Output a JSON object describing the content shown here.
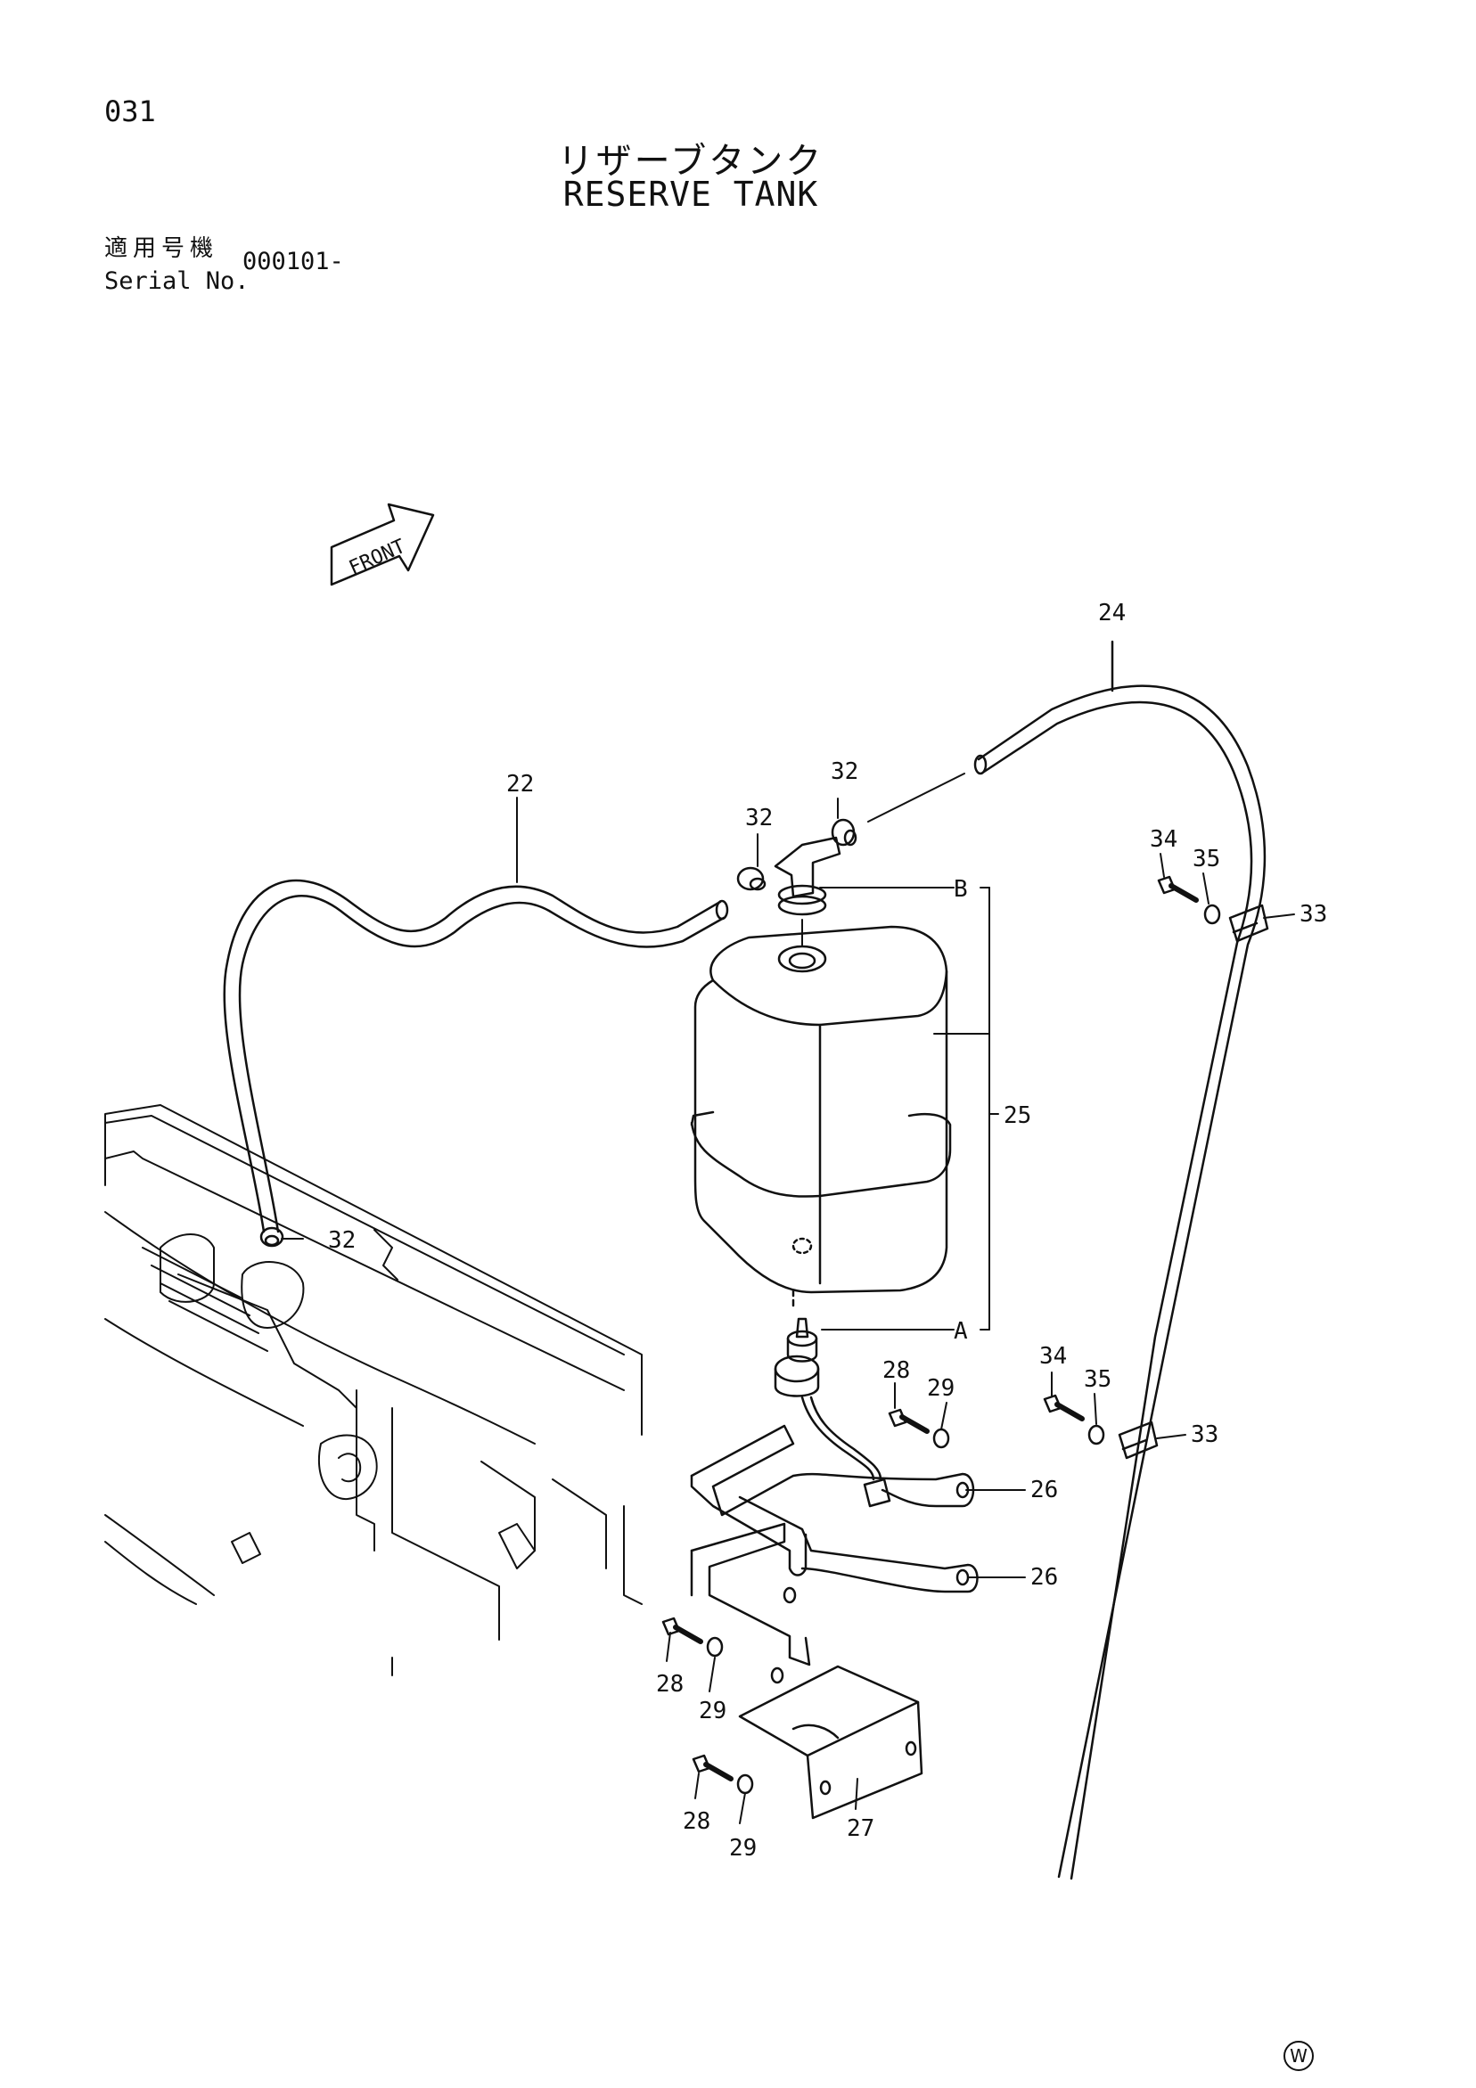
{
  "page_number": "031",
  "title_jp": "リザーブタンク",
  "title_en": "RESERVE TANK",
  "serial": {
    "label_jp": "適用号機",
    "label_en": "Serial No.",
    "value": "000101-"
  },
  "front_label": "FRONT",
  "callouts": [
    "22",
    "24",
    "32",
    "32",
    "32",
    "34",
    "35",
    "33",
    "B",
    "25",
    "A",
    "28",
    "29",
    "26",
    "34",
    "35",
    "33",
    "26",
    "28",
    "29",
    "27",
    "28",
    "29"
  ],
  "manufacturer_mark": "W"
}
